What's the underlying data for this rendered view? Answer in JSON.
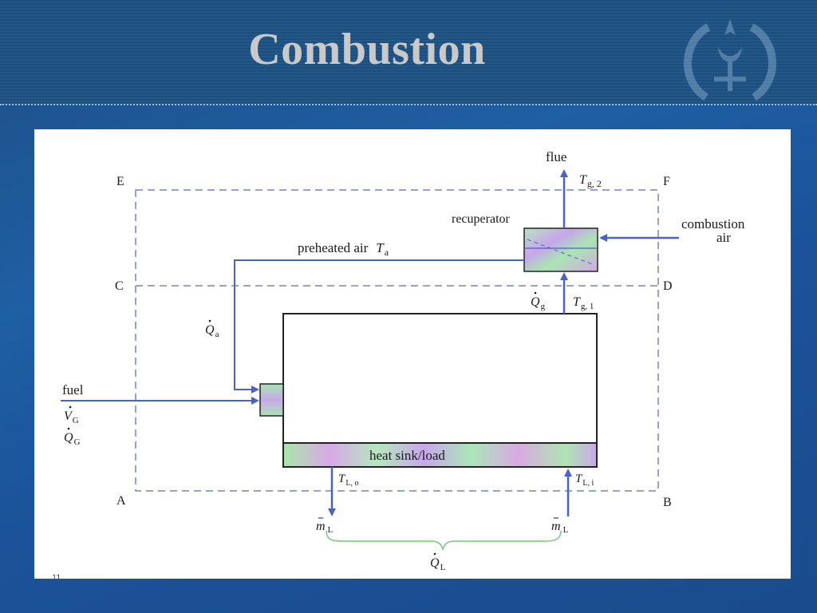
{
  "slide": {
    "title": "Combustion",
    "slide_number": "11"
  },
  "colors": {
    "background": "#1f5fa3",
    "header": "#1e4f7c",
    "title_text": "#c9c9c9",
    "arrow_blue": "#4a63c8",
    "dashed_box": "#6d86c9",
    "curly_brace": "#7bc77b"
  },
  "diagram": {
    "corners": {
      "e": "E",
      "f": "F",
      "c": "C",
      "d": "D",
      "a": "A",
      "b": "B"
    },
    "flue": {
      "label": "flue",
      "temp_sym": "T",
      "temp_sub": "g, 2"
    },
    "recuperator": {
      "label": "recuperator"
    },
    "combustion_air": {
      "line1": "combustion",
      "line2": "air"
    },
    "preheated_air": {
      "label": "preheated air",
      "temp_sym": "T",
      "temp_sub": "a"
    },
    "q_a": {
      "sym": "Q",
      "sub": "a"
    },
    "q_g": {
      "sym": "Q",
      "sub": "g"
    },
    "t_g1": {
      "sym": "T",
      "sub": "g, 1"
    },
    "fuel": {
      "label": "fuel",
      "v_sym": "V",
      "v_sub": "G",
      "q_sym": "Q",
      "q_sub": "G"
    },
    "heat_sink": {
      "label": "heat sink/load"
    },
    "t_lo": {
      "sym": "T",
      "sub": "L, o"
    },
    "t_li": {
      "sym": "T",
      "sub": "L, i"
    },
    "m_l_left": {
      "sym": "m",
      "sub": "L"
    },
    "m_l_right": {
      "sym": "m",
      "sub": "L"
    },
    "q_l": {
      "sym": "Q",
      "sub": "L"
    }
  }
}
